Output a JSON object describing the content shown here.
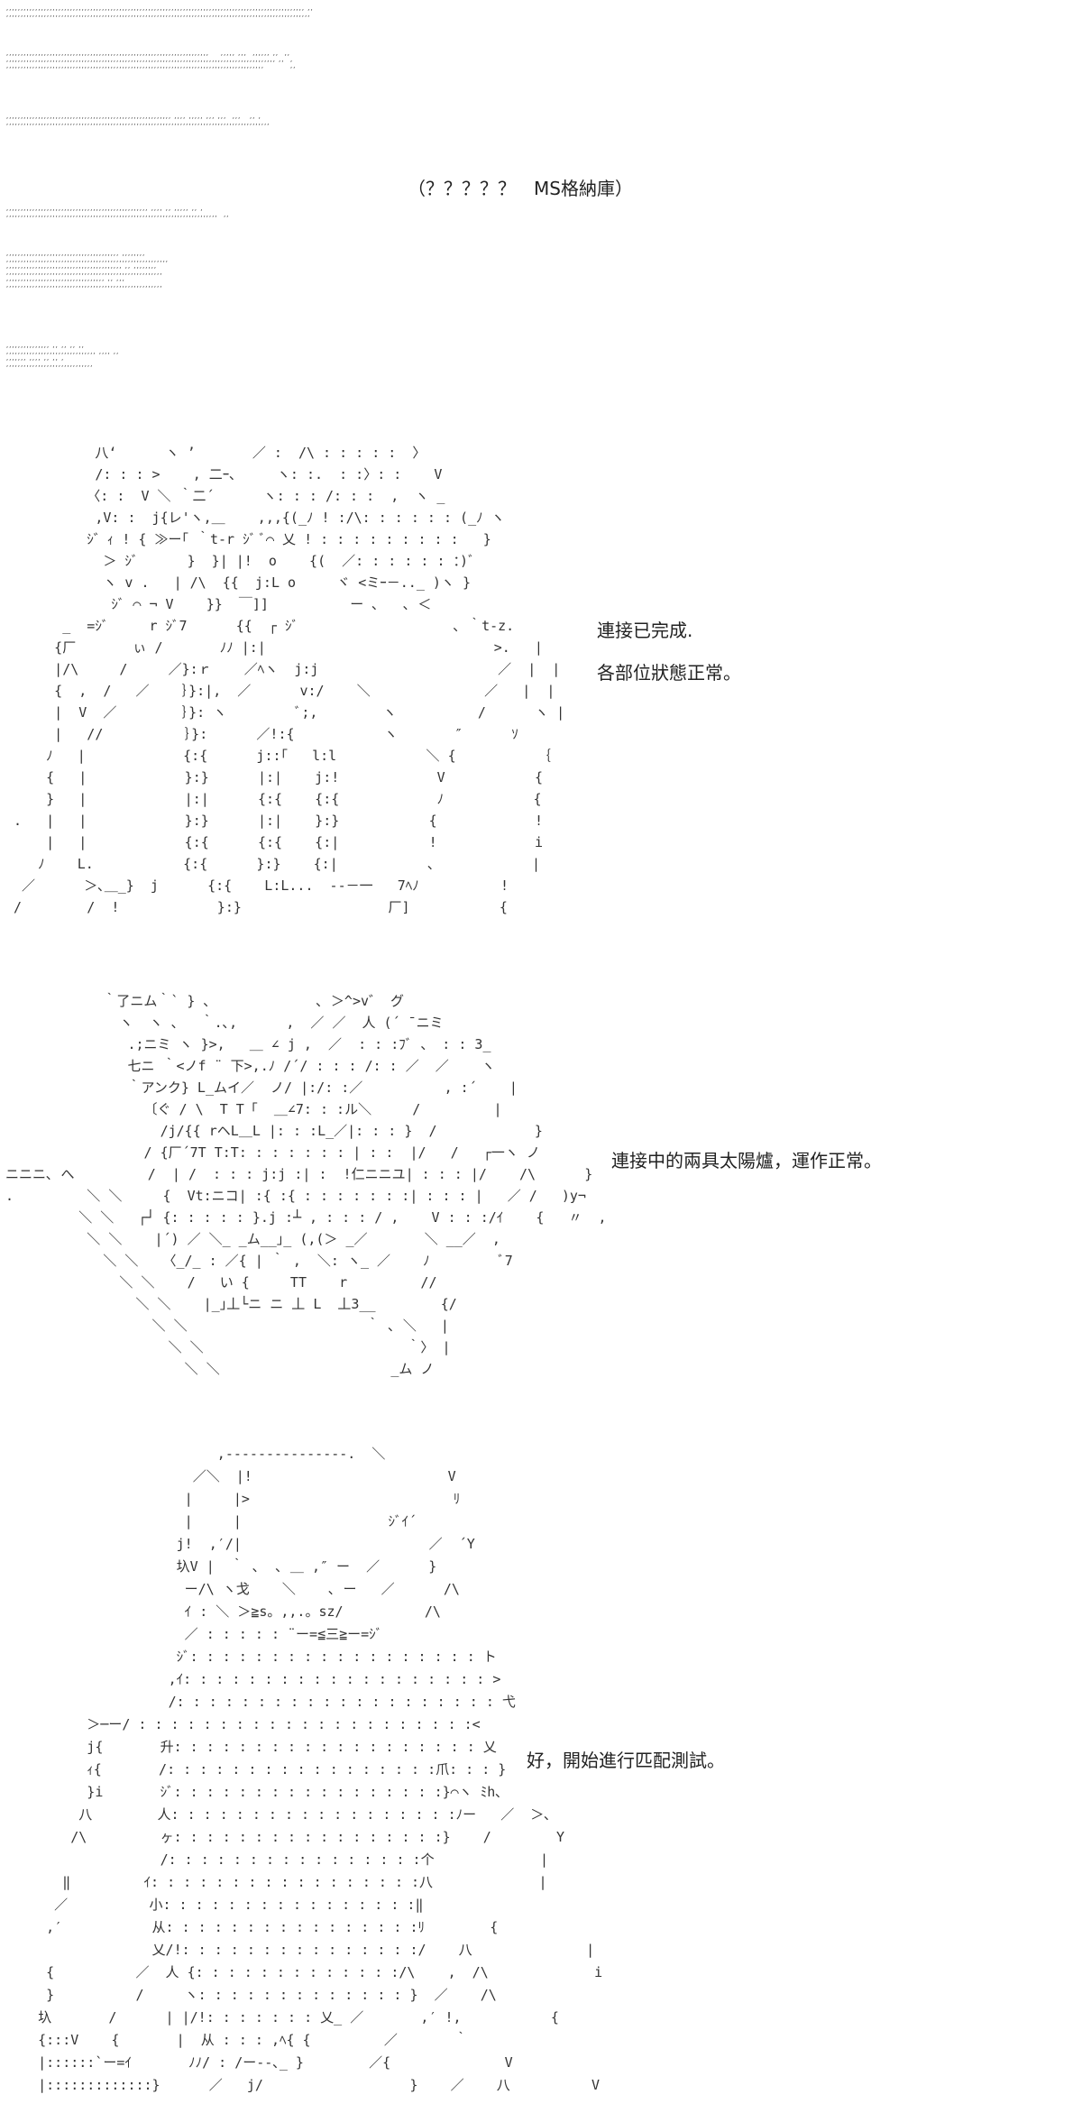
{
  "header": {
    "scene_title": "（？？？？？　MS格納庫）"
  },
  "captions": {
    "panel1_line1": "連接已完成.",
    "panel1_line2": "各部位狀態正常。",
    "panel2_line1": "連接中的兩具太陽爐，運作正常。",
    "panel3_line1": "好，開始進行匹配測試。"
  },
  "dots": {
    "rows1": ",,,,,,,,,,,,,,,,,,,,,,,,,,,,,,,,,,,,,,,,,,,,,,,,,,,,,,,,,,,,,,,,,,,,,,,,,,,,,,,,,,,,,,,,,,,,,,,,,,,,,,, ,,\n,,,,,,,,,,,,,,,,,,,,,,,,,,,,,,,,,,,,,,,,,,,,,,,,,,,,,,,,,,,,,,,,,,,,,,,,,,,,,,,,,,,,,,,,,,,,,,,,,,,,,,,,,",
    "rows2": ",,,,,,,,,,,,,,,,,,,,,,,,,,,,,,,,,,,,,,,,,,,,,,,,,,,,,,,,,,,,,,,,,,,,,,    ,,,,, ,,,  ,,,,,, ,,  ,,\n,,,,,,,,,,,,,,,,,,,,,,,,,,,,,,,,,,,,,,,,,,,,,,,,,,,,,,,,,,,,,,,,,,,,,,,,,,,,,,,,,,,,,,,,,,,,, ,,  ,\n,,,,,,,,,,,,,,,,,,,,,,,,,,,,,,,,,,,,,,,,,,,,,,,,,,,,,,,,,,,,,,,,,,,,,,,,,,,,,,,,,,,,,,,,,         ,,",
    "rows3": ",,,,,,,,,,,,,,,,,,,,,,,,,,,,,,,,,,,,,,,,,,,,,,,,,,,,,,,,, ,,,, ,,,,, ,,, ,,,  ,,,   ,, ,\n,,,,,,,,,,,,,,,,,,,,,,,,,,,,,,,,,,,,,,,,,,,,,,,,,,,,,,,,,,,,,,,,,,,,,,,,,,,,,,,,,,,,,,,,,,,",
    "rows4": ",,,,,,,,,,,,,,,,,,,,,,,,,,,,,,,,,,,,,,,,,,,,,,,,, ,,,, ,, ,,,,, ,, ,\n,,,,,,,,,,,,,,,,,,,,,,,,,,,,,,,,,,,,,,,,,,,,,,,,,,,,,,,,,,,,,,,,,,,,,,,,,  ,,",
    "rows5": ",,,,,,,,,,,,,,,,,,,,,,,,,,,,,,,,,,,,,,, ,,,,,,,,\n,,,,,,,,,,,,,,,,,,,,,,,,,,,,,,,,,,,,,,,,,,,,,,,,,,,,,,,,\n,,,,,,,,,,,,,,,,,,,,,,,,,,,,,,,,,,,,,,,, ,, ,,,,,,,,\n,,,,,,,,,,,,,,,,,,,,,,,,,,,,,,,,,,,,,,,,,,,,,,,,,,,,,,\n,,,,,,,,,,,,,,,,,,,,,,,,,,,,,,,,,, ,, ,,,\n,,,,,,,,,,,,,,,,,,,,,,,,,,,,,,,,,,,,,,,,,,,,,,,,,,,,,,",
    "rows6": ",,,,,,,,,,,,,,, ,, ,, ,, ,,\n,,,,,,,,,,,,,,,,,,,,,,,,,,,,,,, ,,,, ,,\n,,,,,,, ,,,, ,, ,, ,\n,,,,,,,,,,,,,,,,,,,,,,,,,,,,,,"
  },
  "art": {
    "panel1": "           八‘      ヽ ’       ／ :  /\\ : : : : :  〉\n           /: : : >    , 二ｰ､     ヽ: :.  : :〉: :    V\n          〈: :  V ＼ ｀二´      ヽ: : : /: : :  ,  ヽ _\n           ,V: :  j{レ'ヽ,＿    ,,,{(_ﾉ ! :/\\: : : : : : (_ﾉ ヽ\n          ｼ゛ｨ ! { ≫ー｢ ｀t‐r ｼﾞ ﾞ⌒ 乂 ! : : : : : : : : :   }\n            ＞ ｼﾞ      }  }| |!  o    {(  ／: : : : : : ：)ﾞ\n            ヽ v .   | /\\  {{  j:L o     ヾ <ミｰ－.._ )ヽ }\n             ｼﾞ ⌒ ¬ V    }}  ￣]]          ー ､   ､ ＜\n       _  =ｼﾞ     r ｼﾞ7      {{  ┌ ｼﾞ                   ､ ｀t-z.\n      {厂       ぃ /       ﾉﾉ |:|                            >.   |\n      |/\\     /     ／}:ｒ    ／ﾍヽ  j:j                      ／  |  |\n      {  ,  /   ／    ｝}:|,  ／      v:/    ＼              ／   |  |\n      |  V  ／        ｝}: ヽ         ﾞ;,        ヽ          /      ヽ |\n      |   //          ｝}:      ／!:{           ヽ       ″      ｿ\n     ﾉ   |            {:{      j::｢   l:l           ＼ {          ｛\n     {   |            }:}      |:|    j:!            V           {\n     }   |            |:|      {:{    {:{            ﾉ           {\n .   |   |            }:}      |:|    }:}           {            !\n     |   |            {:{      {:{    {:|           !            i\n    ﾉ    L.           {:{      }:}    {:|           ､            |\n  ／      ＞､＿_}  j      {:{    L:L...  ‐‐－一   7ﾍﾉ          !\n /        /  !            }:}                  厂]           {",
    "panel2": "            ｀了ニム｀` } ､             ､ ＞^>v゛ グ\n              ヽ  ヽ 、  ｀.､,      ,  ／ ／  人 (´ ̄ ニミ\n               .;ニミ ヽ }>,   ＿ ∠ j ,  ／  : : :ﾌﾞ 、 : : 3_\n               七ニ ｀<ノf ¨ 下>,.ﾉ /´/ : : : /: : ／  ／    ヽ\n               ｀アンク} L_ムイ／  ノ/ |:/: :／          , :´    |\n                 〔ぐ / \\  T T「  ＿∠7: : :ル＼     /         |\n                   /j/{{ rヘL＿L |: : :L_／|: : : }  /            }\n                 / {厂´7T T:T: : : : : : : | : :  |/   /   ┌一ヽ ノ\nニニニ､ へ         /  | /  : : : j:j :| :  !仁ニニユ| : : : |/    /\\      }\n.         ＼ ＼     {  Vt:ニコ| :{ :{ : : : : : : :| : : : |   ／ /   )y¬\n         ＼ ＼   ┌┘ {: : : : : }.j :┴ , : : : / ,    V : : :/ｲ    {   〃  ,\n          ＼ ＼    |´) ／ ＼_ _ム__｣_ (,(＞ _／       ＼ __／  ,\n            ＼ ＼   〈_/_ : ／{ | ｀ ,  ＼: ヽ_ ／    ﾉ         ﾞ7\n              ＼ ＼    /   い {     TT    r         //\n                ＼ ＼    |_｣丄└ニ ニ 丄 L  丄3__        {/\n                  ＼ ＼                      ｀ ､ ＼   |\n                    ＼ ＼                         ｀〉 |\n                      ＼ ＼                     _ム ノ",
    "panel3": "                          ,-‐‐‐‐‐‐‐‐‐‐‐‐‐‐.  ＼\n                       ／＼  |!                        V\n                      |     |>                         ﾘ\n                      |     |                  ｼﾞｲ´\n                     j!  ,′/|                       ／  ´Y\n                     圦V |  ｀ ､  ､ ＿ ,″ ー  ／      }\n                      ー/\\ ヽ戈    ＼    ､ ー   ／      /\\\n                      ｲ : ＼ ＞≧s。,,.。sz/          /\\\n                      ／ : : : : : ¨ー=≦三≧ー=ｼﾞ\n                     ｼﾞ: : : : : : : : : : : : : : : : : : ト\n                    ,ｲ: : : : : : : : : : : : : : : : : : : >\n                    /: : : : : : : : : : : : : : : : : : : : 弋\n          ＞─ー/ : : : : : : : : : : : : : : : : : : : : :<\n          j{       升: : : : : : : : : : : : : : : : : : : 乂\n          ｨ{       /: : : : : : : : : : : : : : : : :爪: : : }\n          }i       ｼﾞ: : : : : : : : : : : : : : : : :}⌒ヽ ﾐh､\n         八        人: : : : : : : : : : : : : : : : : :ﾉー   ／  ＞､\n        /\\         ヶ: : : : : : : : : : : : : : : : :}    /        Y\n                   /: : : : : : : : : : : : : : : :个             |\n       ‖         ｲ: : : : : : : : : : : : : : : : :八             |\n      ／          小: : : : : : : : : : : : : : : :‖\n     ,′           从: : : : : : : : : : : : : : : :ﾘ        {\n                  乂/!: : : : : : : : : : : : : : :/    八              |\n     {          ／  人 {: : : : : : : : : : : : :/\\    ,  /\\             i\n     }          /     ヽ: : : : : : : : : : : : : }  ／    /\\\n    圦       /      | |/!: : : : : : : 乂_ ／       ,′ !,           {\n    {:::V    {       |  从 : : : ,ﾍ{ {         ／       ｀\n    |::::::`ー=ｲ       ﾉﾉ/ : /ー‐‐､_ }        ／{              V\n    |:::::::::::::}      ／   j/                  }    ／    八          V"
  }
}
